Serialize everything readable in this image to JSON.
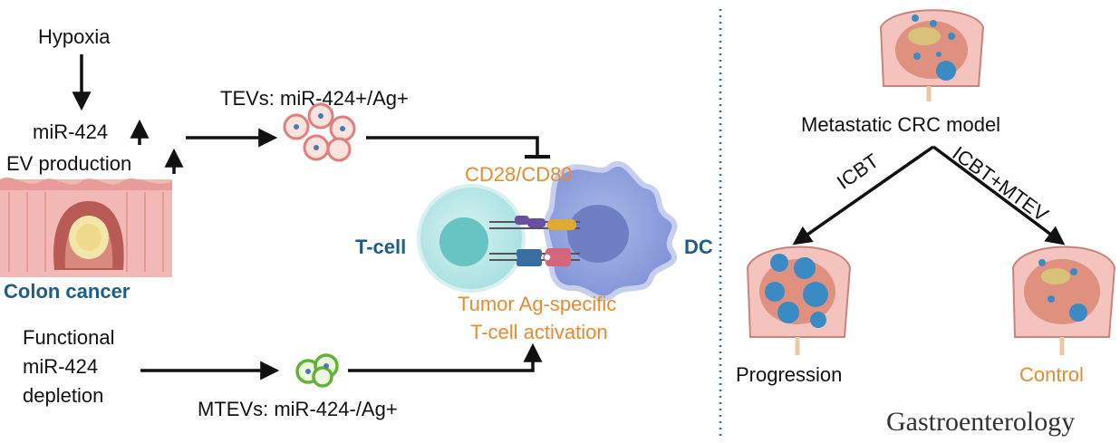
{
  "left": {
    "hypoxia": "Hypoxia",
    "mir424": "miR-424",
    "ev_production": "EV production",
    "colon_cancer": "Colon cancer",
    "tevs": "TEVs: miR-424+/Ag+",
    "cd28_cd80": "CD28/CD80",
    "tcell": "T-cell",
    "dc": "DC",
    "activation_line1": "Tumor Ag-specific",
    "activation_line2": "T-cell activation",
    "functional_line1": "Functional",
    "functional_line2": "miR-424",
    "functional_line3": "depletion",
    "mtevs": "MTEVs: miR-424-/Ag+"
  },
  "right": {
    "model": "Metastatic CRC model",
    "icbt": "ICBT",
    "icbt_mtev": "ICBT+MTEV",
    "progression": "Progression",
    "control": "Control"
  },
  "journal": "Gastroenterology",
  "colors": {
    "orange": "#e98a2f",
    "blue_label": "#1f5c86",
    "divider": "#2a6f97"
  }
}
